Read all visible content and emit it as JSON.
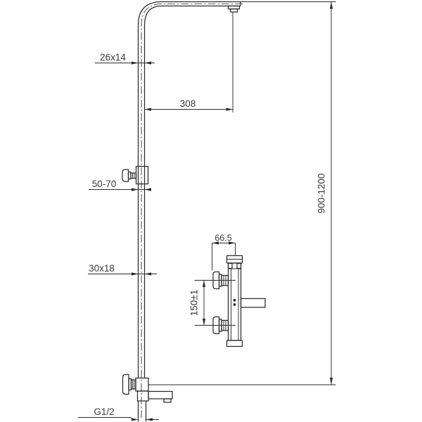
{
  "colors": {
    "line-color": "#2b2b2b",
    "text-color": "#3a3a3a",
    "background": "#ffffff"
  },
  "drawing": {
    "labels": {
      "arm_tube_section": "26x14",
      "arm_reach": "308",
      "slider_range": "50-70",
      "column_height_range": "900-1200",
      "valve_offset": "66.5",
      "column_tube_section": "30x18",
      "inlet_centers": "150±1",
      "bottom_thread": "G1/2"
    }
  }
}
